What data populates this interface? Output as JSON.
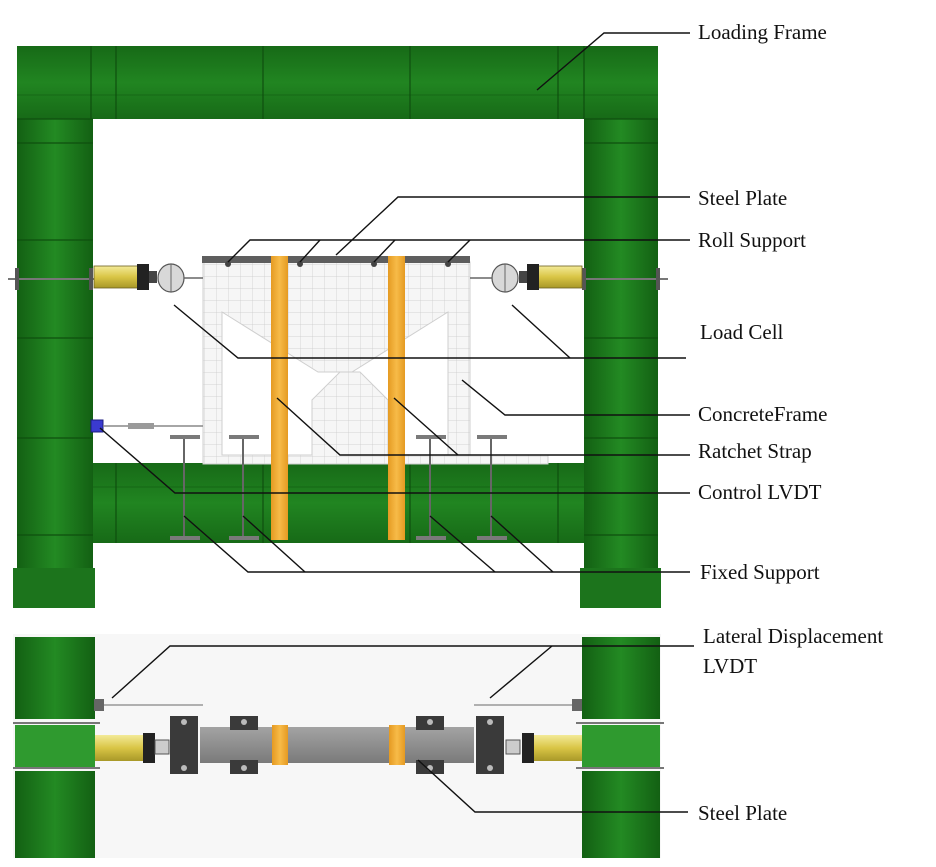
{
  "labels": {
    "loading_frame": "Loading Frame",
    "steel_plate_top": "Steel Plate",
    "roll_support": "Roll Support",
    "load_cell": "Load Cell",
    "concrete_frame": "ConcreteFrame",
    "ratchet_strap": "Ratchet Strap",
    "control_lvdt": "Control LVDT",
    "fixed_support": "Fixed Support",
    "lateral_displacement_lvdt_line1": "Lateral Displacement",
    "lateral_displacement_lvdt_line2": "LVDT",
    "steel_plate_bottom": "Steel Plate"
  },
  "colors": {
    "frame_green": "#1f7d1f",
    "frame_green_dark": "#145c14",
    "strap_orange": "#f0a830",
    "concrete_white": "#f4f4f4",
    "jack_yellow": "#e8d862",
    "plate_gray": "#8a8a8a",
    "control_lvdt_blue": "#3a3ad0"
  }
}
